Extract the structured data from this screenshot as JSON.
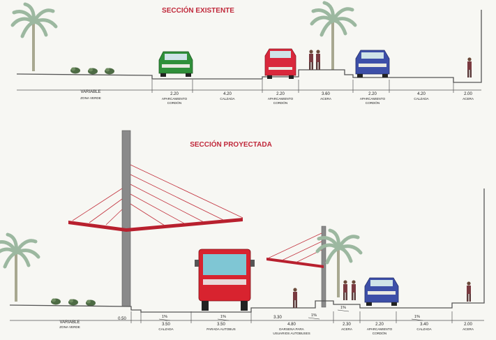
{
  "existing": {
    "title": "SECCIÓN EXISTENTE",
    "dims": [
      {
        "value": "VARIABLE",
        "label": [
          "ZONA VERDE"
        ]
      },
      {
        "value": "2.20",
        "label": [
          "APARCAMIENTO",
          "CORDÓN"
        ]
      },
      {
        "value": "4.20",
        "label": [
          "CALZADA"
        ]
      },
      {
        "value": "2.20",
        "label": [
          "APARCAMIENTO",
          "CORDÓN"
        ]
      },
      {
        "value": "3.60",
        "label": [
          "ACERA"
        ]
      },
      {
        "value": "2.20",
        "label": [
          "APARCAMIENTO",
          "CORDÓN"
        ]
      },
      {
        "value": "4.20",
        "label": [
          "CALZADA"
        ]
      },
      {
        "value": "2.00",
        "label": [
          "ACERA"
        ]
      }
    ]
  },
  "projected": {
    "title": "SECCIÓN PROYECTADA",
    "dims": [
      {
        "value": "VARIABLE",
        "label": [
          "ZONA VERDE"
        ]
      },
      {
        "value": "0.50",
        "label": []
      },
      {
        "value": "3.50",
        "label": [
          "CALZADA"
        ]
      },
      {
        "value": "3.50",
        "label": [
          "PARADA AUTOBUS"
        ]
      },
      {
        "value": "3.30",
        "label": []
      },
      {
        "value": "4.80",
        "label": [
          "DARSENA PARA",
          "USUARIOS AUTOBUSES"
        ]
      },
      {
        "value": "2.30",
        "label": [
          "ACERA"
        ]
      },
      {
        "value": "2.20",
        "label": [
          "APARCAMIENTO",
          "CORDÓN"
        ]
      },
      {
        "value": "3.40",
        "label": [
          "CALZADA"
        ]
      },
      {
        "value": "2.00",
        "label": [
          "ACERA"
        ]
      }
    ],
    "slopes": [
      "1%",
      "1%",
      "1%",
      "1%",
      "1%"
    ]
  },
  "colors": {
    "title": "#c0283a",
    "car_green": "#2f8f3a",
    "car_red": "#d9283c",
    "car_blue": "#3d4fa8",
    "bus": "#d8232f",
    "canopy": "#b8202e",
    "pylon": "#8a8a8a"
  }
}
